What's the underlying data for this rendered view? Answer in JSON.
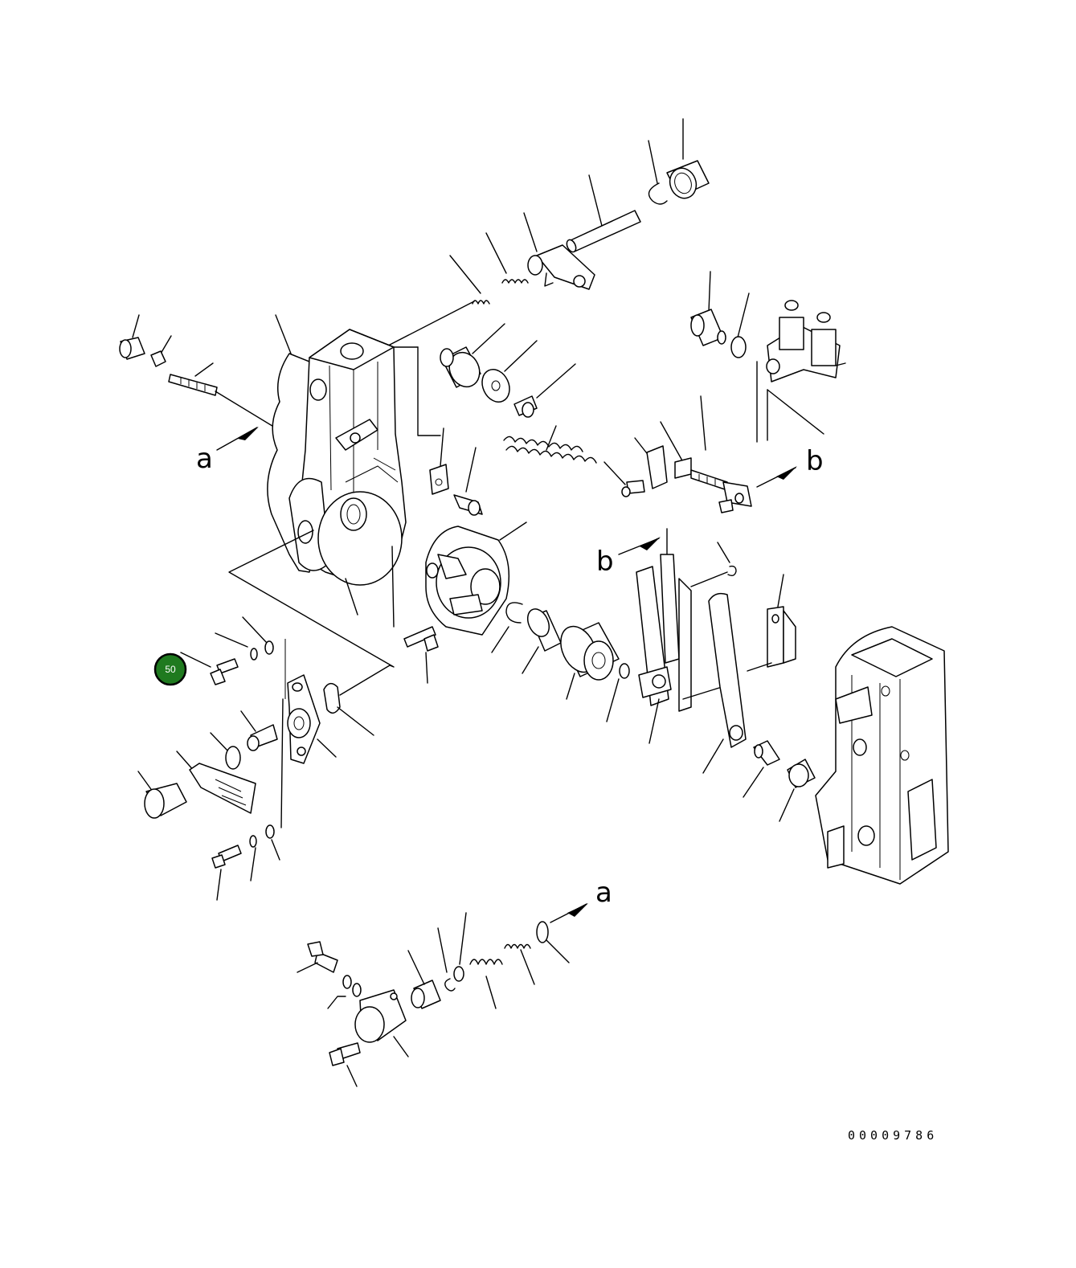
{
  "diagram": {
    "drawing_number": "00009786",
    "reference_labels": {
      "a_upper": "a",
      "a_lower": "a",
      "b_left": "b",
      "b_right": "b"
    },
    "callout_markers": [
      {
        "number": "50",
        "color": "#1f7a1f"
      }
    ]
  }
}
